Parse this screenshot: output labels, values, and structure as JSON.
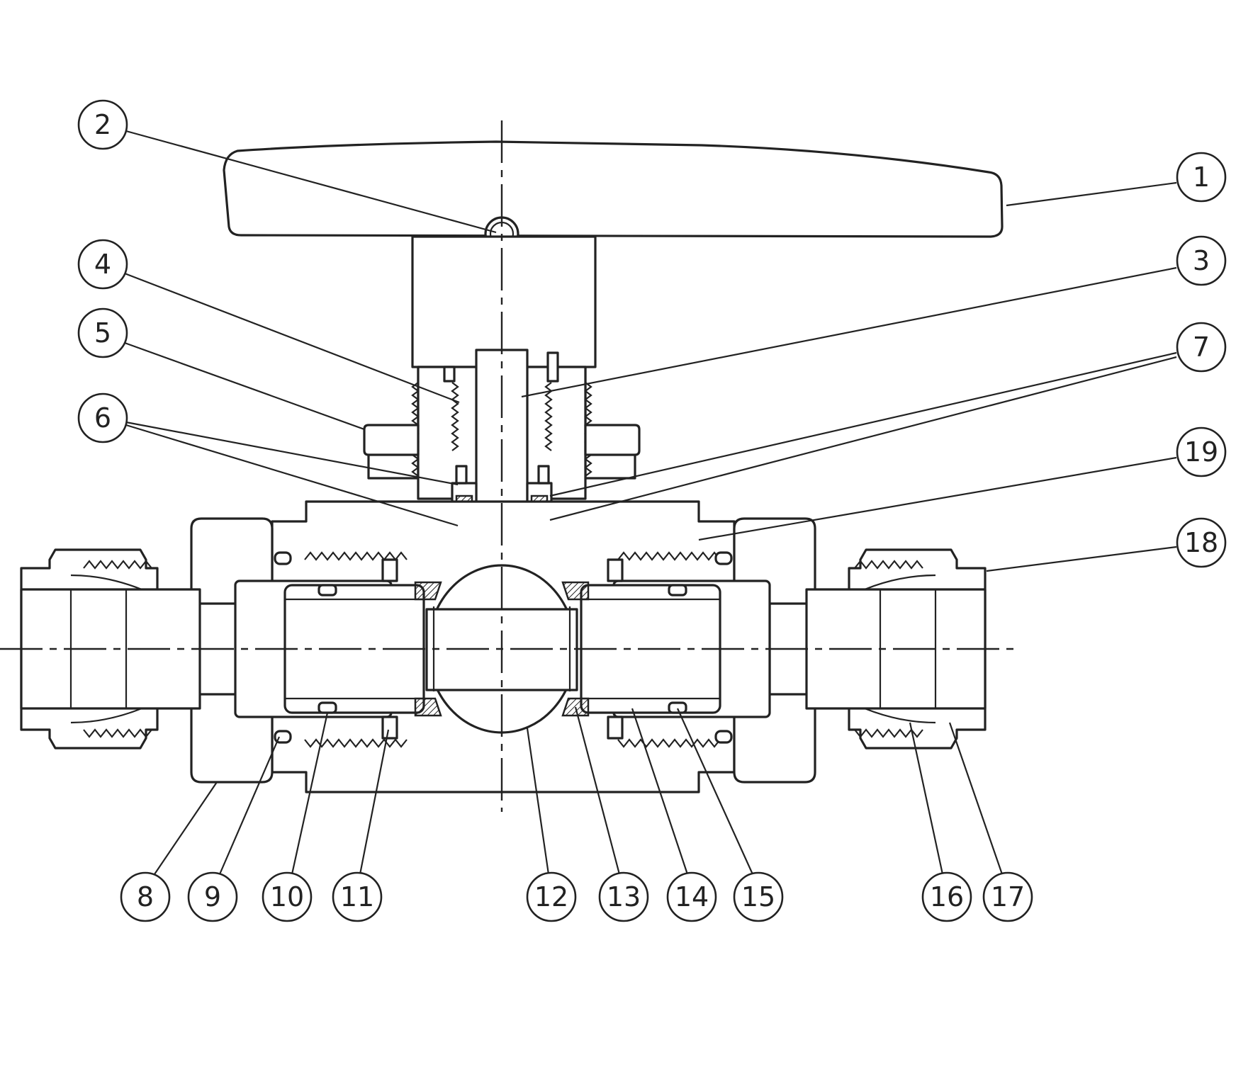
{
  "colors": {
    "line": "#222222",
    "background": "#ffffff"
  },
  "callouts": [
    {
      "id": "1",
      "label": "1"
    },
    {
      "id": "2",
      "label": "2"
    },
    {
      "id": "3",
      "label": "3"
    },
    {
      "id": "4",
      "label": "4"
    },
    {
      "id": "5",
      "label": "5"
    },
    {
      "id": "6",
      "label": "6"
    },
    {
      "id": "7",
      "label": "7"
    },
    {
      "id": "8",
      "label": "8"
    },
    {
      "id": "9",
      "label": "9"
    },
    {
      "id": "10",
      "label": "10"
    },
    {
      "id": "11",
      "label": "11"
    },
    {
      "id": "12",
      "label": "12"
    },
    {
      "id": "13",
      "label": "13"
    },
    {
      "id": "14",
      "label": "14"
    },
    {
      "id": "15",
      "label": "15"
    },
    {
      "id": "16",
      "label": "16"
    },
    {
      "id": "17",
      "label": "17"
    },
    {
      "id": "18",
      "label": "18"
    },
    {
      "id": "19",
      "label": "19"
    }
  ]
}
